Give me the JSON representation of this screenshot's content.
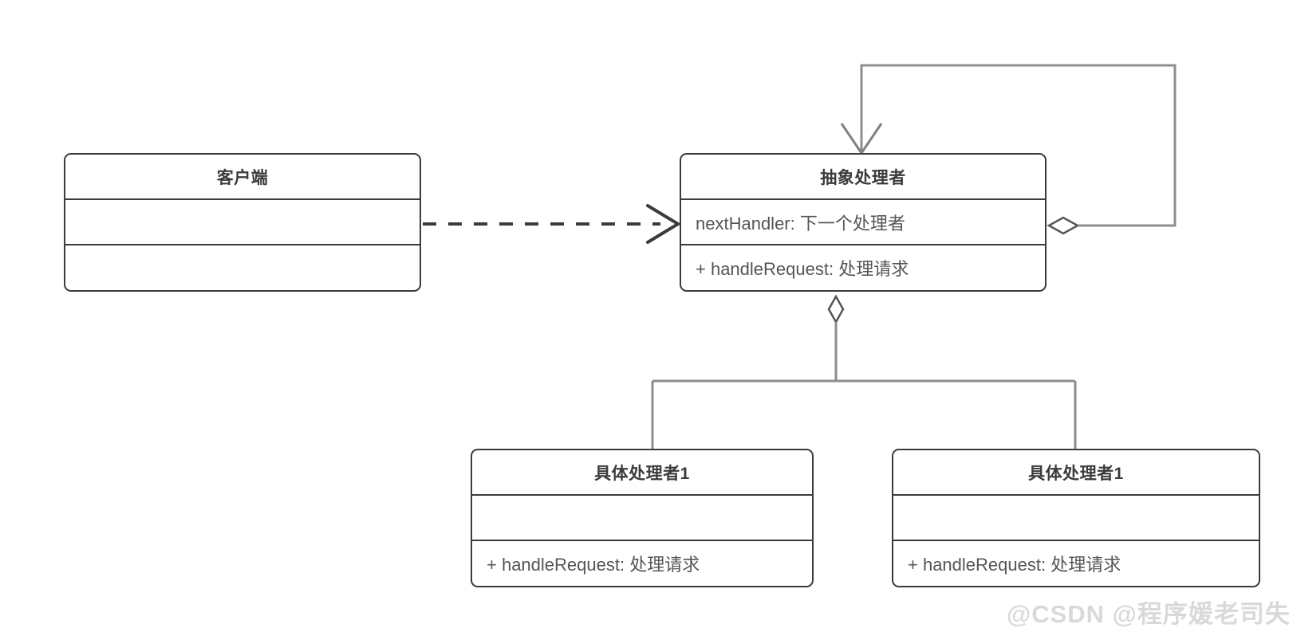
{
  "diagram": {
    "title": "Chain of Responsibility UML class diagram",
    "background_color": "#ffffff",
    "stroke_color": "#3b3b3b",
    "connector_color": "#888888",
    "text_color": "#555555"
  },
  "classes": {
    "client": {
      "name": "客户端",
      "attributes": "",
      "methods": ""
    },
    "abstract_handler": {
      "name": "抽象处理者",
      "attributes": "nextHandler: 下一个处理者",
      "methods": "+ handleRequest: 处理请求"
    },
    "concrete_handler_1": {
      "name": "具体处理者1",
      "attributes": "",
      "methods": "+ handleRequest: 处理请求"
    },
    "concrete_handler_2": {
      "name": "具体处理者1",
      "attributes": "",
      "methods": "+ handleRequest: 处理请求"
    }
  },
  "relations": {
    "dependency": {
      "from": "客户端",
      "to": "抽象处理者",
      "style": "dashed",
      "arrow": "open-arrow"
    },
    "self_aggregation": {
      "from": "抽象处理者",
      "to": "抽象处理者",
      "style": "solid",
      "arrow": "open-arrow",
      "source_marker": "hollow-diamond"
    },
    "aggregation_tree": {
      "from": "抽象处理者",
      "to": [
        "具体处理者1",
        "具体处理者1"
      ],
      "style": "solid",
      "source_marker": "hollow-diamond"
    }
  },
  "watermark": {
    "text": "@CSDN @程序媛老司失"
  }
}
